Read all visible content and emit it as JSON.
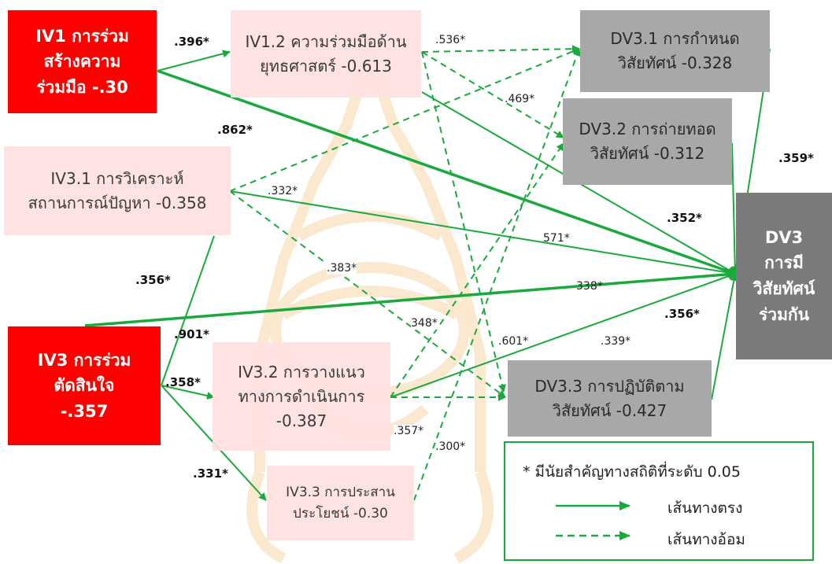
{
  "nodes": {
    "iv1": "IV1 การร่วม\nสร้างความ\nร่วมมือ -.30",
    "iv12": "IV1.2 ความร่วมมือด้าน\nยุทธศาสตร์ -0.613",
    "iv31": "IV3.1 การวิเคราะห์\nสถานการณ์ปัญหา -0.358",
    "iv3": "IV3 การร่วม\nตัดสินใจ\n-.357",
    "iv32": "IV3.2 การวางแนว\nทางการดำเนินการ\n-0.387",
    "iv33": "IV3.3 การประสาน\nประโยชน์ -0.30",
    "dv31": "DV3.1 การกำหนด\nวิสัยทัศน์ -0.328",
    "dv32": "DV3.2 การถ่ายทอด\nวิสัยทัศน์ -0.312",
    "dv33": "DV3.3 การปฏิบัติตาม\nวิสัยทัศน์ -0.427",
    "dv3": "DV3\nการมี\nวิสัยทัศน์\nร่วมกัน"
  },
  "labels": {
    "l396": ".396*",
    "l862": ".862*",
    "l536": ".536*",
    "l469": ".469*",
    "l359": ".359*",
    "l332": ".332*",
    "l352": ".352*",
    "l571": "571*",
    "l383": ".383*",
    "l356a": ".356*",
    "l338": "338*",
    "l356b": ".356*",
    "l348": "348*",
    "l901": ".901*",
    "l358": ".358*",
    "l601": ".601*",
    "l339": ".339*",
    "l357": ".357*",
    "l300": ".300*",
    "l331": ".331*"
  },
  "legend": {
    "note": "* มีนัยสำคัญทางสถิติที่ระดับ 0.05",
    "direct": "เส้นทางตรง",
    "indirect": "เส้นทางอ้อม"
  },
  "colors": {
    "arrow": "#1aaa3c",
    "main_node": "#ff0000",
    "sub_node": "#ffe1e1",
    "outcome_node": "#a8a8a8",
    "dv_node": "#7a7a7a"
  }
}
